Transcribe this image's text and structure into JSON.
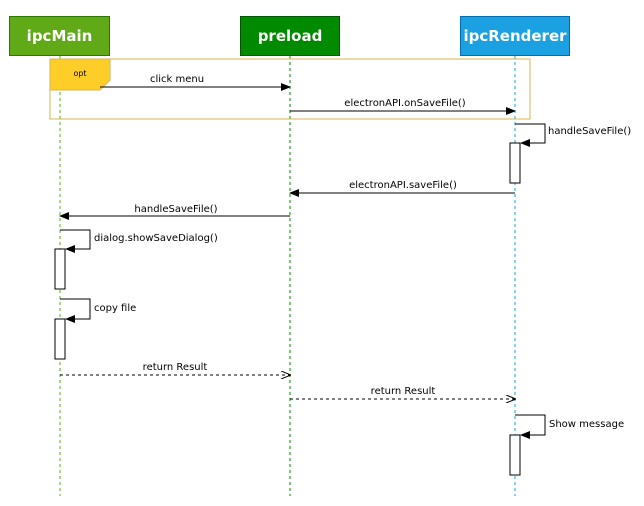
{
  "participants": {
    "main": "ipcMain",
    "preload": "preload",
    "renderer": "ipcRenderer"
  },
  "fragment": {
    "label": "opt"
  },
  "messages": {
    "m1": "click menu",
    "m2": "electronAPI.onSaveFile()",
    "m3": "handleSaveFile()",
    "m4": "electronAPI.saveFile()",
    "m5": "handleSaveFile()",
    "m6": "dialog.showSaveDialog()",
    "m7": "copy file",
    "m8": "return Result",
    "m9": "return Result",
    "m10": "Show message"
  },
  "colors": {
    "ipcMain": "#60a917",
    "preload": "#008a00",
    "ipcRenderer": "#1ba1e2",
    "opt_fragment": "#d6b656",
    "opt_tab": "#ffcd28"
  }
}
